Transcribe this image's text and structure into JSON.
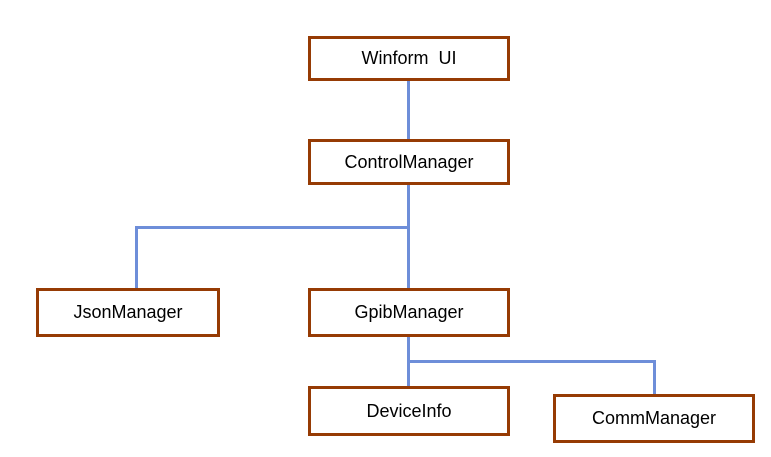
{
  "diagram": {
    "type": "hierarchy",
    "nodes": {
      "winform_ui": {
        "label": "Winform  UI"
      },
      "control_manager": {
        "label": "ControlManager"
      },
      "json_manager": {
        "label": "JsonManager"
      },
      "gpib_manager": {
        "label": "GpibManager"
      },
      "device_info": {
        "label": "DeviceInfo"
      },
      "comm_manager": {
        "label": "CommManager"
      }
    },
    "edges": [
      {
        "from": "Winform  UI",
        "to": "ControlManager"
      },
      {
        "from": "ControlManager",
        "to": "JsonManager"
      },
      {
        "from": "ControlManager",
        "to": "GpibManager"
      },
      {
        "from": "GpibManager",
        "to": "DeviceInfo"
      },
      {
        "from": "GpibManager",
        "to": "CommManager"
      }
    ],
    "colors": {
      "background": "#FFFFFF",
      "box_border": "#963B04",
      "box_fill": "#FFFFFF",
      "text": "#000000",
      "connector": "#6E8ED9"
    }
  }
}
